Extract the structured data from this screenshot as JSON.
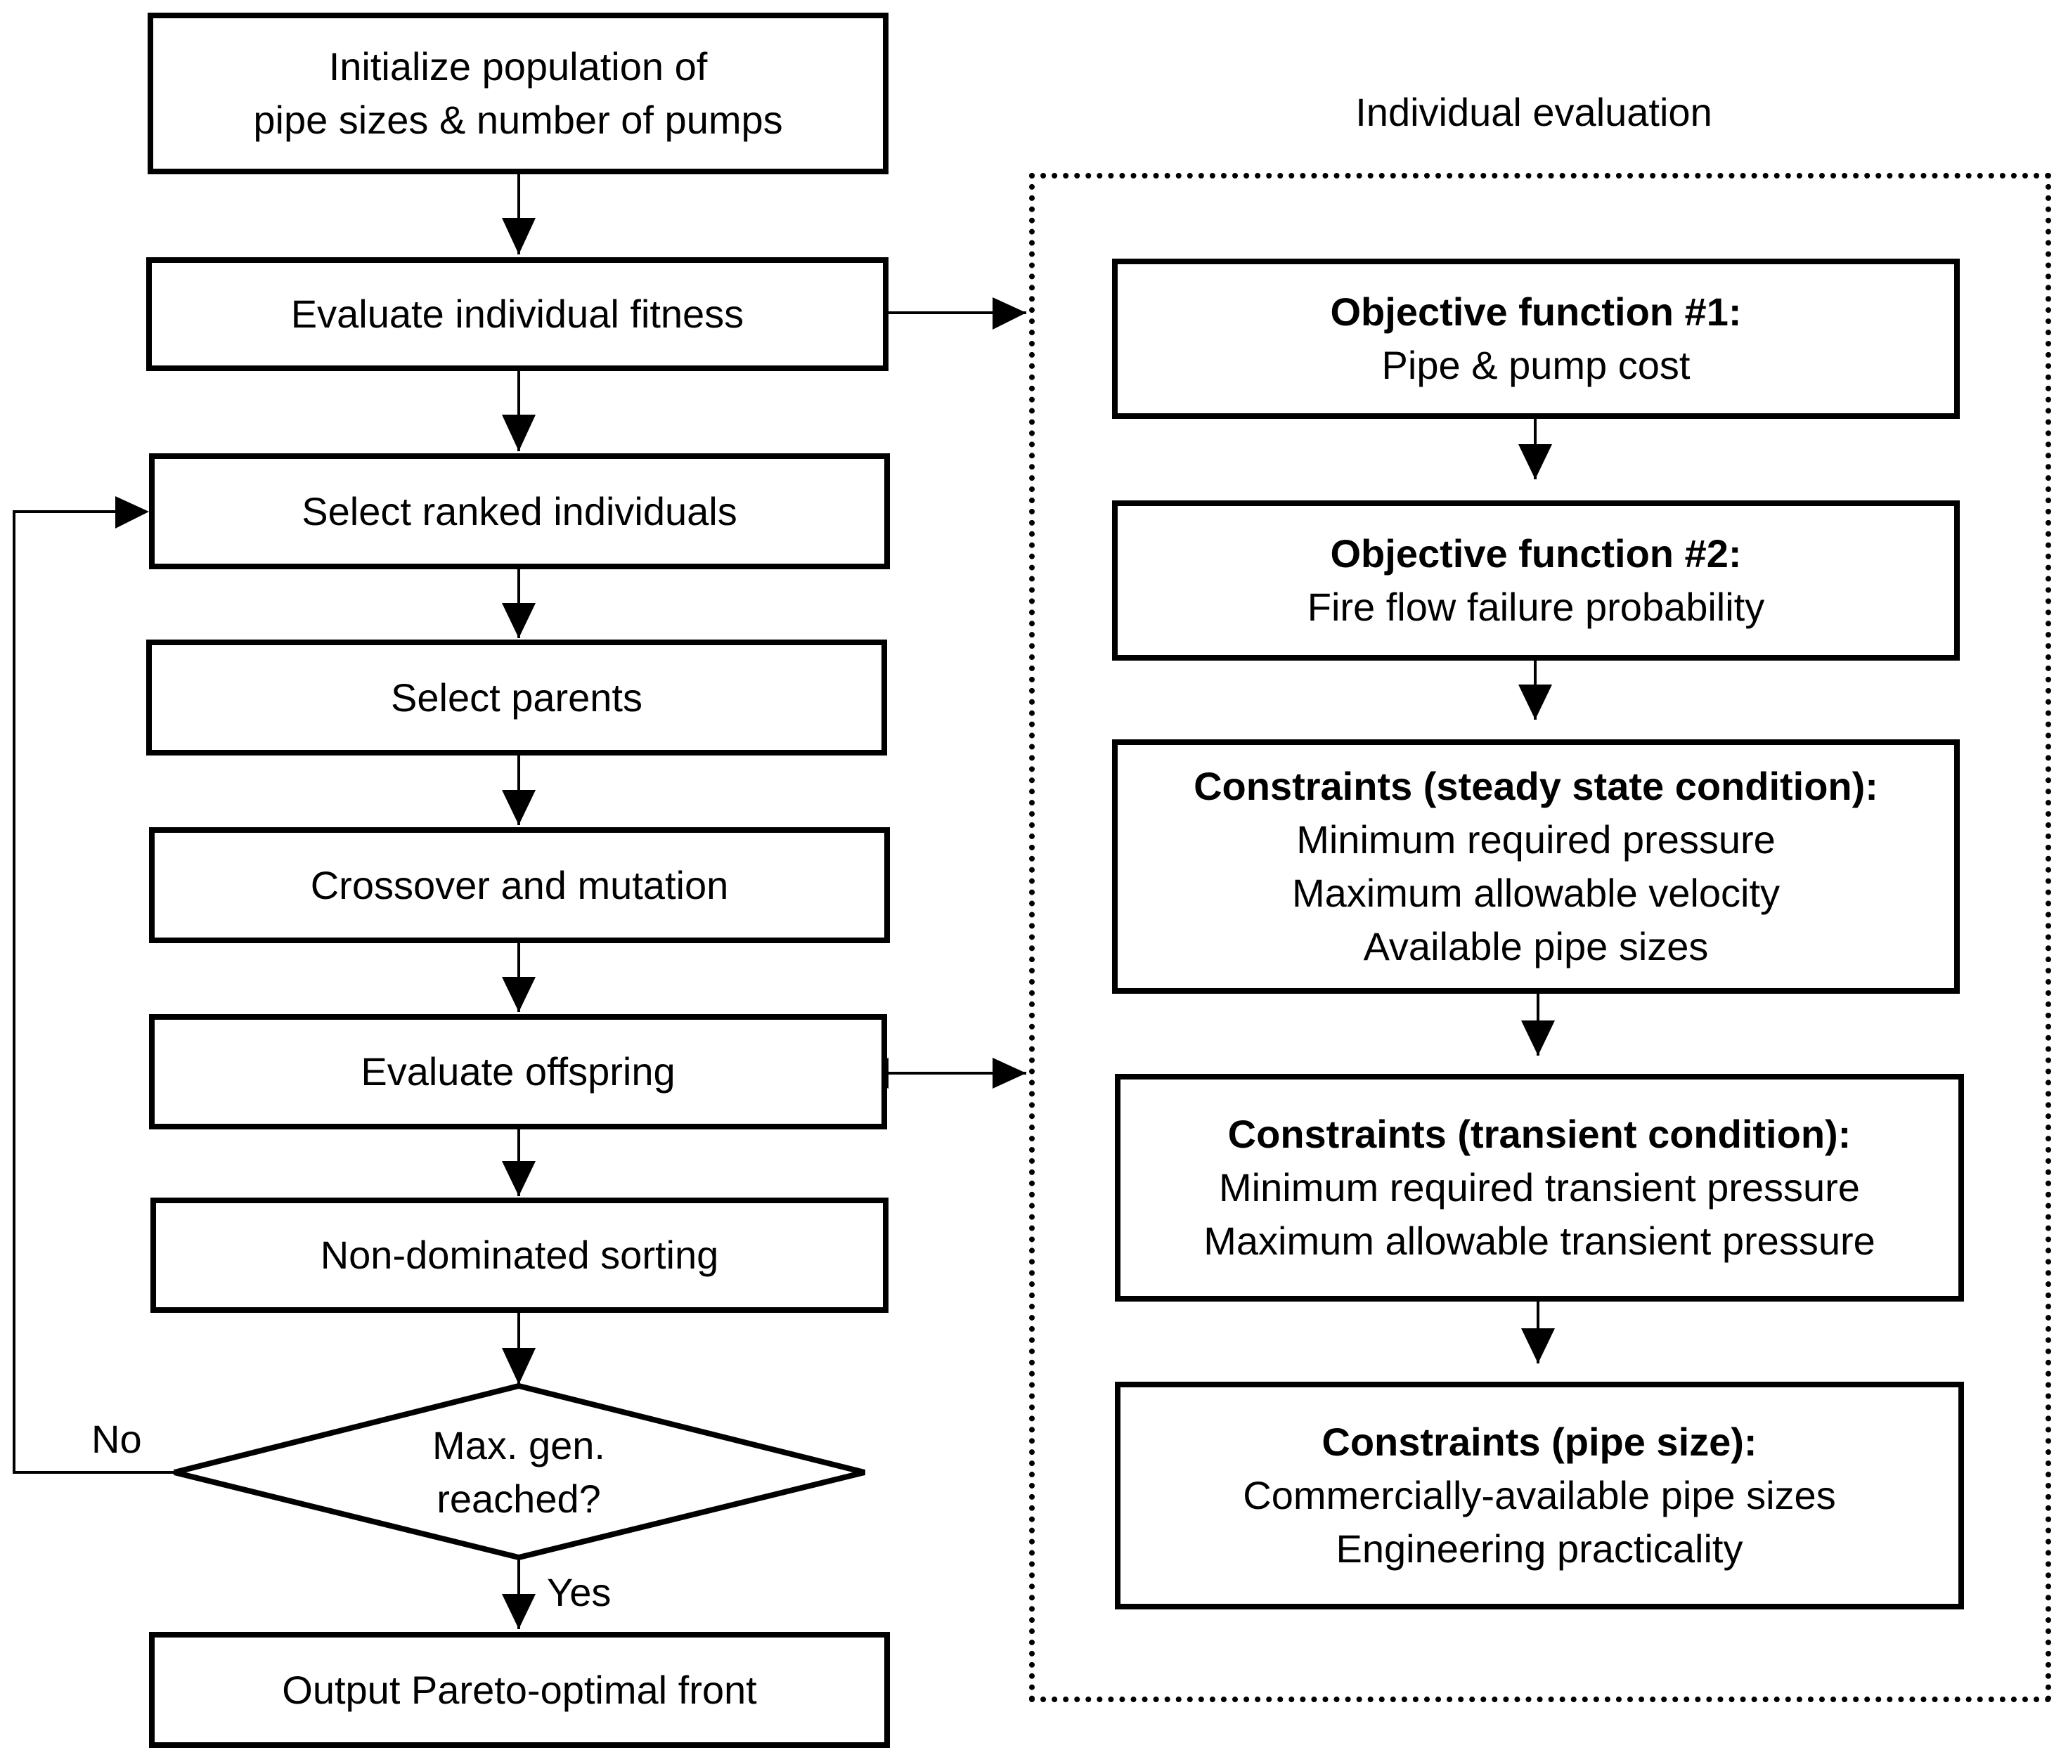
{
  "left_flow": {
    "init": [
      "Initialize population of",
      "pipe sizes & number of pumps"
    ],
    "evaluate_fitness": "Evaluate individual fitness",
    "select_ranked": "Select ranked individuals",
    "select_parents": "Select parents",
    "crossover": "Crossover and mutation",
    "evaluate_offspring": "Evaluate offspring",
    "sorting": "Non-dominated sorting",
    "decision": [
      "Max. gen.",
      "reached?"
    ],
    "no_label": "No",
    "yes_label": "Yes",
    "output": "Output Pareto-optimal front"
  },
  "right_panel": {
    "title": "Individual evaluation",
    "obj1": {
      "heading": "Objective function #1:",
      "lines": [
        "Pipe & pump cost"
      ]
    },
    "obj2": {
      "heading": "Objective function #2:",
      "lines": [
        "Fire flow failure probability"
      ]
    },
    "steady": {
      "heading": "Constraints (steady state condition):",
      "lines": [
        "Minimum required pressure",
        "Maximum allowable velocity",
        "Available pipe sizes"
      ]
    },
    "transient": {
      "heading": "Constraints (transient condition):",
      "lines": [
        "Minimum required transient pressure",
        "Maximum allowable transient pressure"
      ]
    },
    "pipesize": {
      "heading": "Constraints (pipe size):",
      "lines": [
        "Commercially-available pipe sizes",
        "Engineering practicality"
      ]
    }
  }
}
